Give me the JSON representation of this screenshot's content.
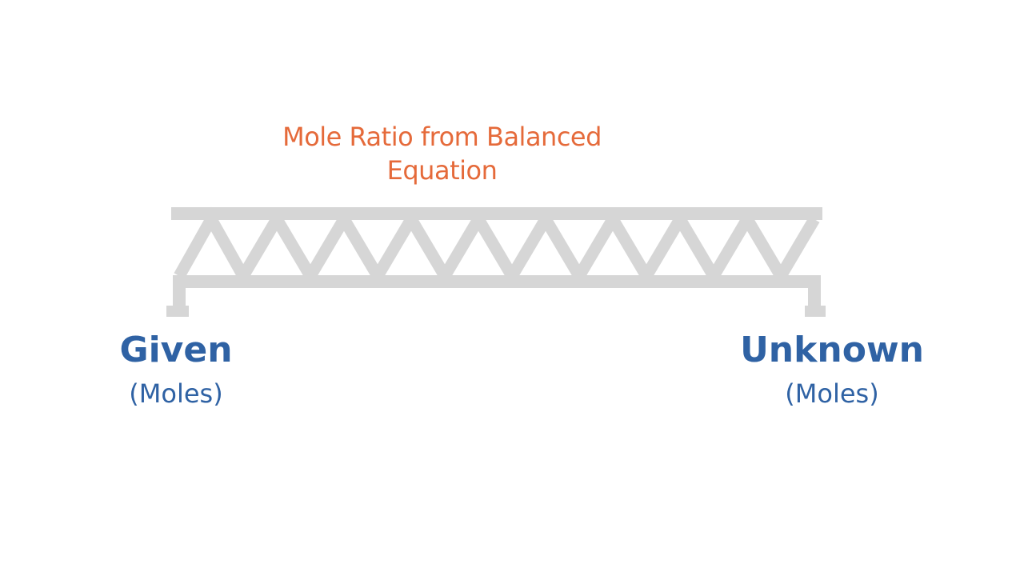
{
  "diagram": {
    "title": "Mole Ratio from Balanced Equation",
    "left_end": {
      "label": "Given",
      "sublabel": "(Moles)"
    },
    "right_end": {
      "label": "Unknown",
      "sublabel": "(Moles)"
    }
  },
  "colors": {
    "title": "#e56a3a",
    "labels": "#2f62a4",
    "truss": "#d6d6d6",
    "background": "#ffffff"
  },
  "icons": {
    "bridge": "truss-bridge-icon"
  }
}
